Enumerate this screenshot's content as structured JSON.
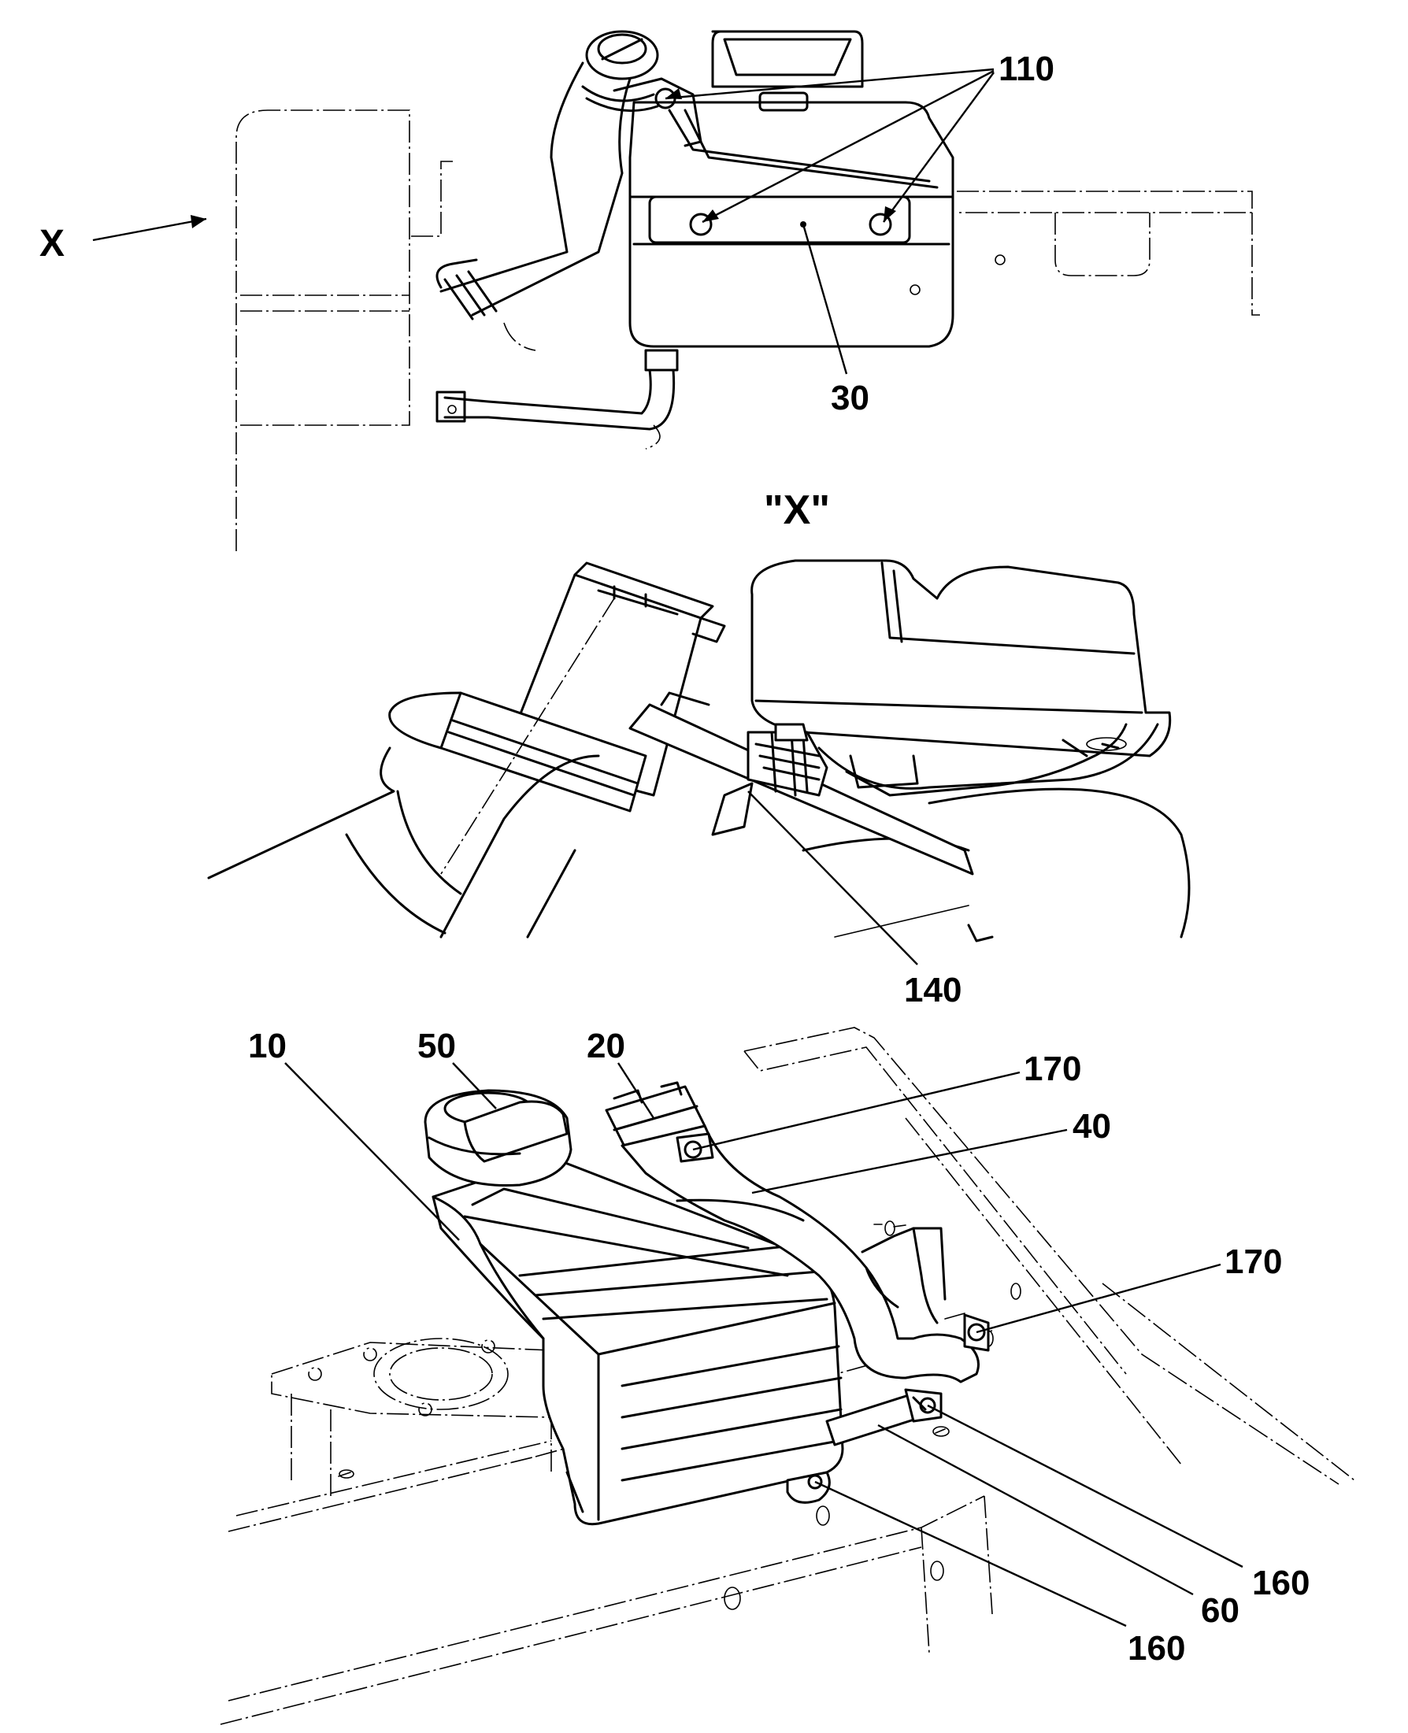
{
  "views": {
    "top": {
      "view_marker": "X",
      "callouts": [
        "110",
        "30"
      ]
    },
    "detail": {
      "title": "\"X\"",
      "callouts": [
        "140"
      ]
    },
    "iso": {
      "callouts": [
        "10",
        "50",
        "20",
        "170",
        "40",
        "170",
        "160",
        "60",
        "160"
      ]
    }
  },
  "labels": {
    "x_marker": "X",
    "c110": "110",
    "c30": "30",
    "detail_title": "\"X\"",
    "c140": "140",
    "c10": "10",
    "c50": "50",
    "c20": "20",
    "c170a": "170",
    "c40": "40",
    "c170b": "170",
    "c160a": "160",
    "c60": "60",
    "c160b": "160"
  }
}
